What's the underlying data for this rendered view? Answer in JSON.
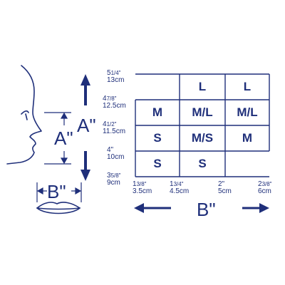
{
  "colors": {
    "ink": "#1f2f7a",
    "background": "#ffffff"
  },
  "face": {
    "a_label": "A\"",
    "b_label": "B\""
  },
  "axis_a": {
    "label": "A\""
  },
  "axis_b": {
    "label": "B\""
  },
  "y_ticks": [
    {
      "inch": "5",
      "inch_frac": "1/4\"",
      "cm": "13cm"
    },
    {
      "inch": "4",
      "inch_frac": "7/8\"",
      "cm": "12.5cm"
    },
    {
      "inch": "4",
      "inch_frac": "1/2\"",
      "cm": "11.5cm"
    },
    {
      "inch": "4\"",
      "inch_frac": "",
      "cm": "10cm"
    },
    {
      "inch": "3",
      "inch_frac": "5/8\"",
      "cm": "9cm"
    }
  ],
  "x_ticks": [
    {
      "inch": "1",
      "inch_frac": "3/8\"",
      "cm": "3.5cm"
    },
    {
      "inch": "1",
      "inch_frac": "3/4\"",
      "cm": "4.5cm"
    },
    {
      "inch": "2\"",
      "inch_frac": "",
      "cm": "5cm"
    },
    {
      "inch": "2",
      "inch_frac": "3/8\"",
      "cm": "6cm"
    }
  ],
  "grid_rows": [
    [
      "",
      "L",
      "L"
    ],
    [
      "M",
      "M/L",
      "M/L"
    ],
    [
      "S",
      "M/S",
      "M"
    ],
    [
      "S",
      "S",
      ""
    ]
  ]
}
